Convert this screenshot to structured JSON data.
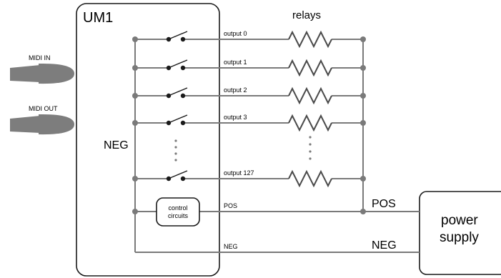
{
  "um1": {
    "title": "UM1"
  },
  "relays": {
    "title": "relays"
  },
  "ports": {
    "midi_in": "MIDI IN",
    "midi_out": "MIDI OUT"
  },
  "outputs": [
    {
      "label": "output 0"
    },
    {
      "label": "output 1"
    },
    {
      "label": "output 2"
    },
    {
      "label": "output 3"
    },
    {
      "label": "output 127"
    }
  ],
  "control": {
    "line1": "control",
    "line2": "circuits"
  },
  "rails": {
    "neg_left": "NEG",
    "pos_wire": "POS",
    "neg_wire": "NEG",
    "pos_right": "POS",
    "neg_right": "NEG"
  },
  "power_supply": {
    "line1": "power",
    "line2": "supply"
  },
  "colors": {
    "wire": "#7a7a7a",
    "outline": "#1a1a1a",
    "cable": "#7d7d7d"
  }
}
